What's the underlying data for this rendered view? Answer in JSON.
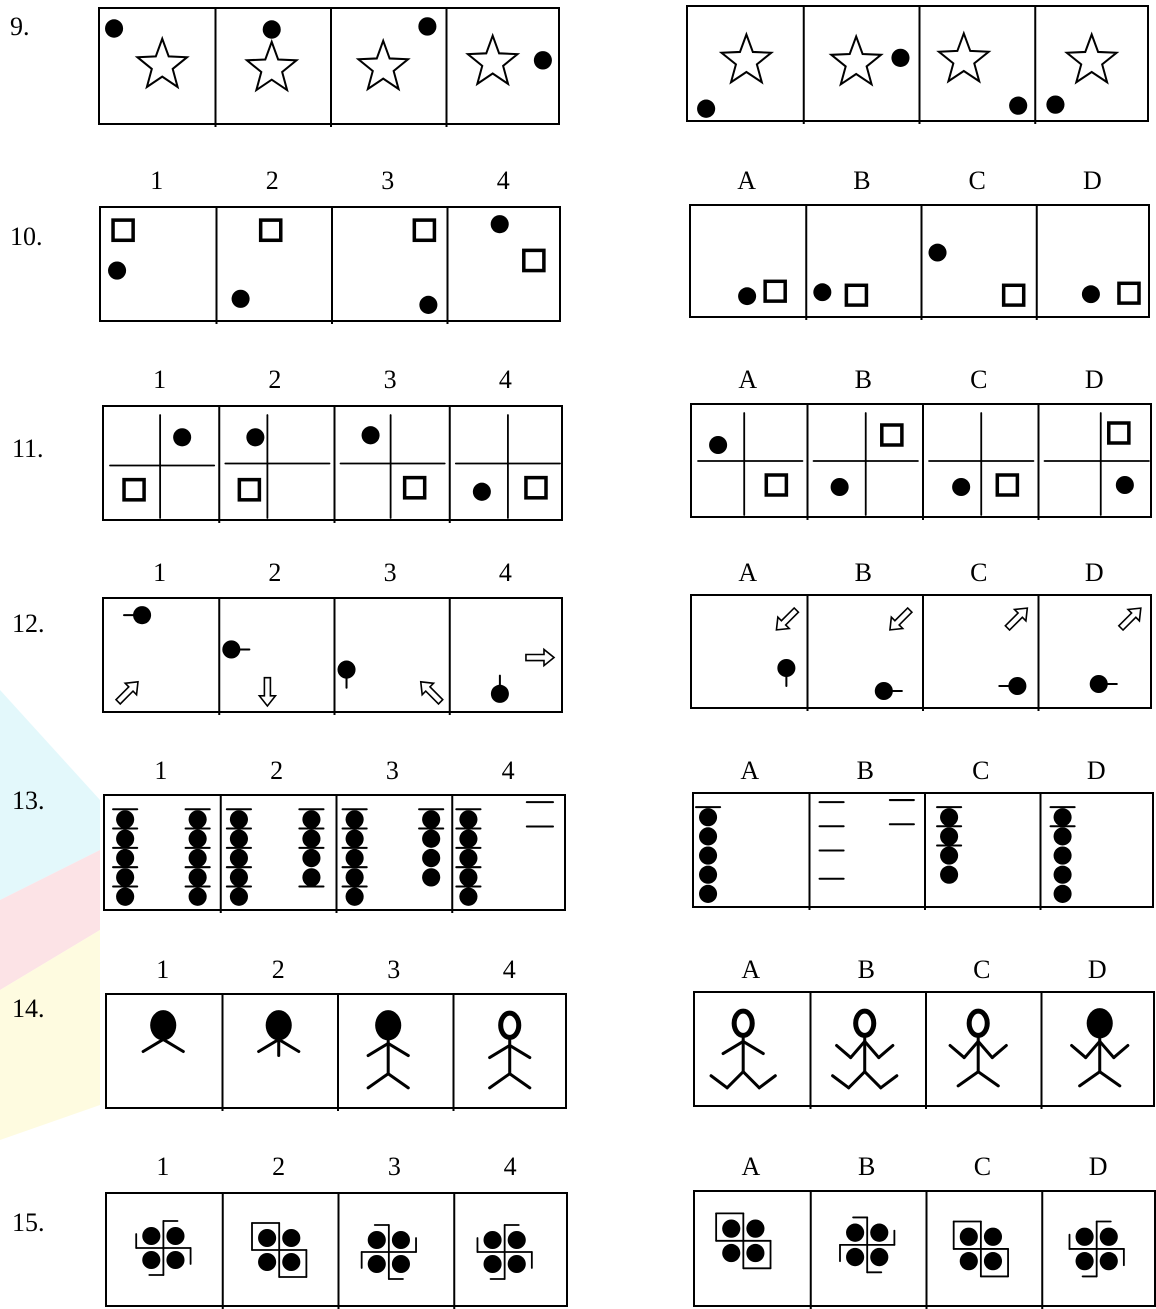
{
  "problems": [
    {
      "number": "9.",
      "left_labels": [],
      "right_labels": []
    },
    {
      "number": "10.",
      "left_labels": [
        "1",
        "2",
        "3",
        "4"
      ],
      "right_labels": [
        "A",
        "B",
        "C",
        "D"
      ]
    },
    {
      "number": "11.",
      "left_labels": [
        "1",
        "2",
        "3",
        "4"
      ],
      "right_labels": [
        "A",
        "B",
        "C",
        "D"
      ]
    },
    {
      "number": "12.",
      "left_labels": [
        "1",
        "2",
        "3",
        "4"
      ],
      "right_labels": [
        "A",
        "B",
        "C",
        "D"
      ]
    },
    {
      "number": "13.",
      "left_labels": [
        "1",
        "2",
        "3",
        "4"
      ],
      "right_labels": [
        "A",
        "B",
        "C",
        "D"
      ]
    },
    {
      "number": "14.",
      "left_labels": [
        "1",
        "2",
        "3",
        "4"
      ],
      "right_labels": [
        "A",
        "B",
        "C",
        "D"
      ]
    },
    {
      "number": "15.",
      "left_labels": [
        "1",
        "2",
        "3",
        "4"
      ],
      "right_labels": [
        "A",
        "B",
        "C",
        "D"
      ]
    }
  ],
  "colors": {
    "ink": "#000000",
    "paper": "#ffffff",
    "watermark_cyan": "#e3f8fb",
    "watermark_pink": "#fce3e6",
    "watermark_yellow": "#fefbe0"
  }
}
